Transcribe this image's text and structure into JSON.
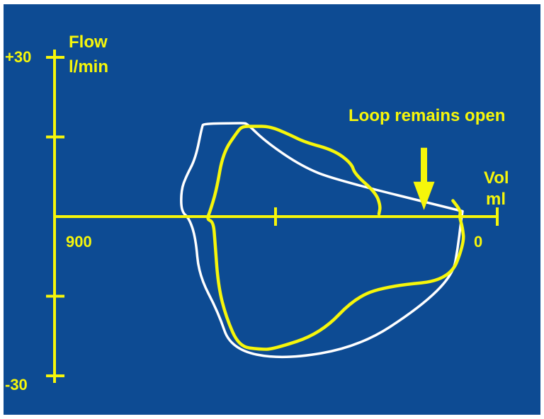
{
  "colors": {
    "background": "#0d4b93",
    "axis": "#f6f60a",
    "curve_reference": "#ffffff",
    "curve_highlight": "#f6f60a",
    "annotation": "#f6f60a"
  },
  "chart_data": {
    "type": "line",
    "title": "",
    "y_axis": {
      "label_line1": "Flow",
      "label_line2": "l/min",
      "tick_top": "+30",
      "tick_bottom": "-30",
      "range": [
        -30,
        30
      ],
      "ticks": [
        -30,
        -15,
        0,
        15,
        30
      ]
    },
    "x_axis": {
      "label_line1": "Vol",
      "label_line2": "ml",
      "tick_left": "900",
      "tick_right": "0",
      "range": [
        0,
        1000
      ],
      "reversed": true,
      "ticks": [
        0,
        500,
        1000
      ]
    },
    "annotation": {
      "text": "Loop remains open",
      "arrow_target": {
        "x": 120,
        "y": 0.7
      }
    },
    "series": [
      {
        "key": "reference",
        "color": "#ffffff",
        "closed": true,
        "points": [
          [
            0,
            1
          ],
          [
            400,
            7
          ],
          [
            500,
            9.5
          ],
          [
            610,
            14
          ],
          [
            670,
            17.5
          ],
          [
            680,
            17.6
          ],
          [
            700,
            17.6
          ],
          [
            805,
            17.5
          ],
          [
            810,
            17
          ],
          [
            830,
            11
          ],
          [
            860,
            7.5
          ],
          [
            875,
            5
          ],
          [
            875,
            1
          ],
          [
            850,
            -0.3
          ],
          [
            830,
            -4
          ],
          [
            820,
            -11
          ],
          [
            760,
            -18
          ],
          [
            720,
            -25
          ],
          [
            560,
            -27
          ],
          [
            320,
            -24.5
          ],
          [
            130,
            -17
          ],
          [
            30,
            -11
          ],
          [
            15,
            -6
          ],
          [
            5,
            -1
          ],
          [
            0,
            1
          ]
        ]
      },
      {
        "key": "highlight",
        "color": "#f6f60a",
        "closed": false,
        "points": [
          [
            260,
            0.5
          ],
          [
            255,
            2
          ],
          [
            270,
            4.5
          ],
          [
            335,
            8
          ],
          [
            345,
            10
          ],
          [
            400,
            12.5
          ],
          [
            490,
            14
          ],
          [
            540,
            15.5
          ],
          [
            600,
            17
          ],
          [
            650,
            17
          ],
          [
            685,
            17
          ],
          [
            700,
            16
          ],
          [
            745,
            12
          ],
          [
            765,
            5
          ],
          [
            785,
            1
          ],
          [
            795,
            -0.5
          ],
          [
            775,
            -1
          ],
          [
            770,
            -4.5
          ],
          [
            760,
            -13
          ],
          [
            735,
            -19
          ],
          [
            695,
            -24.5
          ],
          [
            630,
            -25
          ],
          [
            590,
            -25
          ],
          [
            440,
            -22
          ],
          [
            330,
            -15
          ],
          [
            220,
            -13
          ],
          [
            40,
            -12
          ],
          [
            -5,
            -5
          ],
          [
            0,
            -2
          ],
          [
            10,
            0
          ],
          [
            5,
            1
          ],
          [
            30,
            3
          ]
        ]
      }
    ]
  }
}
